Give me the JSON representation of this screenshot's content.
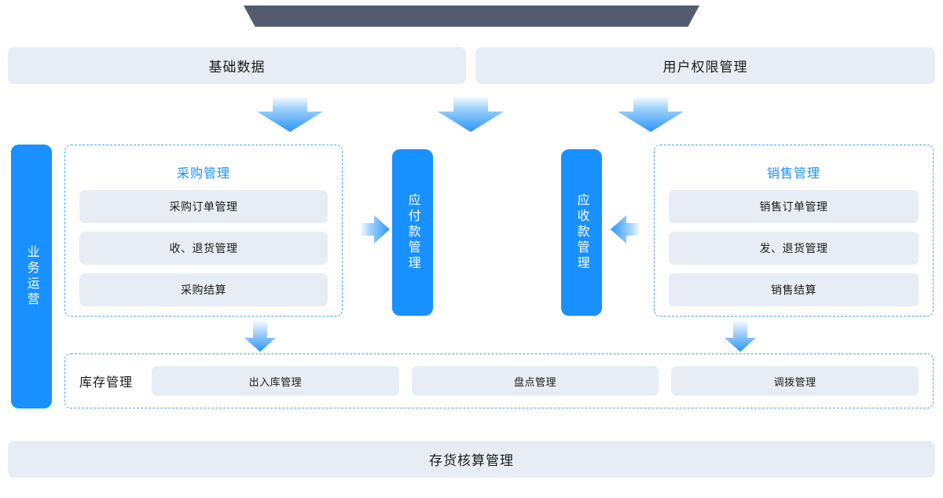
{
  "header": {
    "left_label": "基础数据",
    "right_label": "用户权限管理"
  },
  "sidebar": {
    "label": "业务运营"
  },
  "center_pills": {
    "payable": "应付款管理",
    "receivable": "应收款管理"
  },
  "purchase_group": {
    "title": "采购管理",
    "items": [
      {
        "label": "采购订单管理"
      },
      {
        "label": "收、退货管理"
      },
      {
        "label": "采购结算"
      }
    ]
  },
  "sales_group": {
    "title": "销售管理",
    "items": [
      {
        "label": "销售订单管理"
      },
      {
        "label": "发、退货管理"
      },
      {
        "label": "销售结算"
      }
    ]
  },
  "stock_group": {
    "label": "库存管理",
    "items": [
      {
        "label": "出入库管理"
      },
      {
        "label": "盘点管理"
      },
      {
        "label": "调拨管理"
      }
    ]
  },
  "footer": {
    "label": "存货核算管理"
  },
  "icons": {
    "arrow_down_1": "arrow-down-icon",
    "arrow_down_2": "arrow-down-icon",
    "arrow_down_3": "arrow-down-icon",
    "arrow_down_purchase": "arrow-down-icon",
    "arrow_down_sales": "arrow-down-icon",
    "arrow_right": "arrow-right-icon",
    "arrow_left": "arrow-left-icon"
  },
  "colors": {
    "accent_blue": "#1890ff",
    "panel_bg": "#e8edf5",
    "dashed_border": "#4ca6f5",
    "top_bar": "#555b6e",
    "text_dark": "#1a1a1a",
    "page_bg": "#ffffff"
  }
}
